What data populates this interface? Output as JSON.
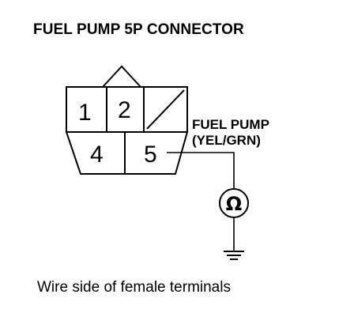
{
  "title": "FUEL PUMP 5P CONNECTOR",
  "caption": "Wire side of female terminals",
  "connector": {
    "pins_top": [
      "1",
      "2"
    ],
    "pins_bottom": [
      "4",
      "5"
    ],
    "blank_cavity": "diagonal-slash"
  },
  "wire_label": {
    "line1": "FUEL PUMP",
    "line2": "(YEL/GRN)"
  },
  "meter": {
    "symbol": "Ω",
    "icon": "ohmmeter-icon"
  },
  "ground": {
    "icon": "ground-icon"
  }
}
